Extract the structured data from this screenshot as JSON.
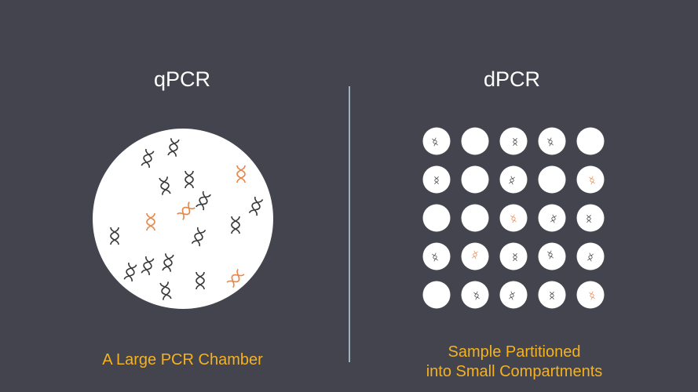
{
  "left": {
    "title": "qPCR",
    "caption": "A Large PCR Chamber",
    "molecules": [
      "dark",
      "dark",
      "dark",
      "dark",
      "orange",
      "dark",
      "dark",
      "orange",
      "orange",
      "dark",
      "dark",
      "dark",
      "dark",
      "dark",
      "dark",
      "dark",
      "dark",
      "orange"
    ]
  },
  "right": {
    "title": "dPCR",
    "caption_line1": "Sample Partitioned",
    "caption_line2": "into Small Compartments",
    "partitions": [
      [
        "dark",
        "empty",
        "dark",
        "dark",
        "empty"
      ],
      [
        "dark",
        "empty",
        "dark",
        "empty",
        "orange"
      ],
      [
        "empty",
        "empty",
        "orange",
        "dark",
        "dark"
      ],
      [
        "dark",
        "orange",
        "dark",
        "dark",
        "dark"
      ],
      [
        "empty",
        "dark",
        "dark",
        "dark",
        "orange"
      ]
    ]
  },
  "colors": {
    "background": "#44444f",
    "caption": "#f5b21d",
    "dark_dna": "#3a3a3a",
    "orange_dna": "#e8874a",
    "divider": "#9fb0bf"
  }
}
